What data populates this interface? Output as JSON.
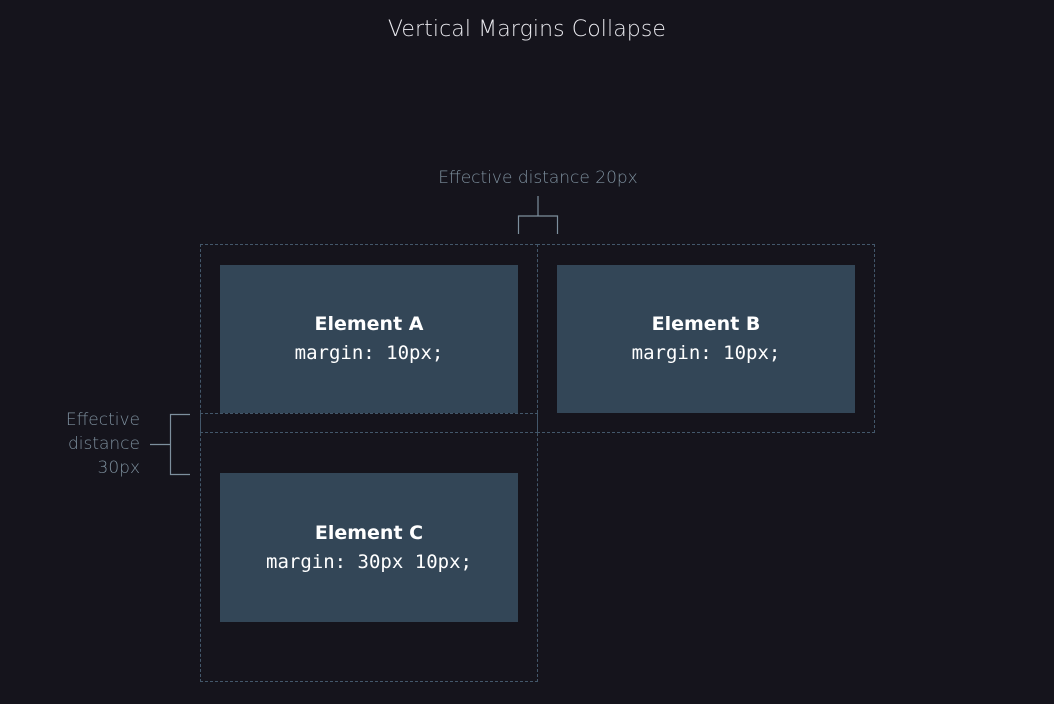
{
  "title": "Vertical Margins Collapse",
  "elements": [
    {
      "name": "Element A",
      "code": "margin: 10px;"
    },
    {
      "name": "Element B",
      "code": "margin: 10px;"
    },
    {
      "name": "Element C",
      "code": "margin: 30px 10px;"
    }
  ],
  "notes": {
    "horizontal": "Effective distance 20px",
    "vertical_lines": [
      "Effective",
      "distance",
      "30px"
    ]
  },
  "colors": {
    "background": "#15141c",
    "box_fill": "#334657",
    "dashed_outline": "#43576a",
    "annotation": "#7d8f9d"
  }
}
